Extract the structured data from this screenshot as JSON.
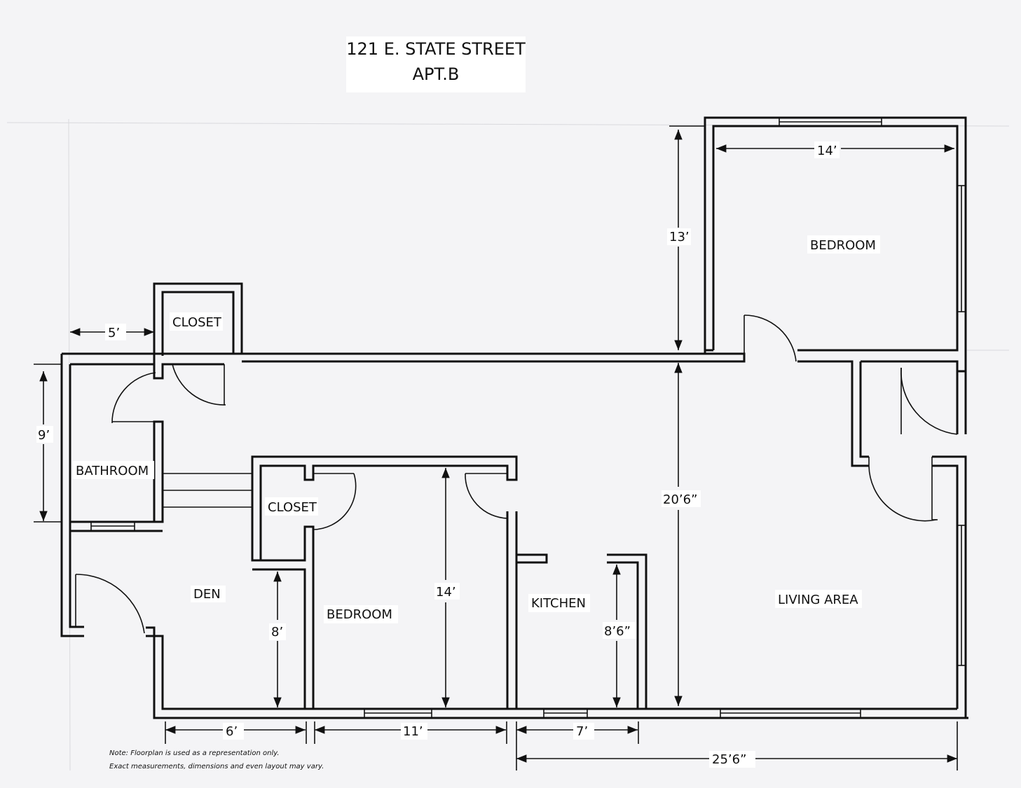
{
  "title": {
    "line1": "121 E. STATE STREET",
    "line2": "APT.B"
  },
  "rooms": {
    "bedroom_top": "BEDROOM",
    "closet_top": "CLOSET",
    "bathroom": "BATHROOM",
    "closet_mid": "CLOSET",
    "den": "DEN",
    "bedroom_mid": "BEDROOM",
    "kitchen": "KITCHEN",
    "living": "LIVING AREA"
  },
  "dimensions": {
    "bedroom_top_width": "14’",
    "bedroom_top_height": "13’",
    "bath_width": "5’",
    "bath_height": "9’",
    "living_height": "20’6”",
    "den_depth": "8’",
    "bedroom_mid_depth": "14’",
    "kitchen_depth": "8’6”",
    "den_width": "6’",
    "bedroom_mid_width": "11’",
    "kitchen_width": "7’",
    "living_width": "25’6”"
  },
  "note": {
    "line1": "Note:  Floorplan is used as a representation only.",
    "line2": "Exact measurements, dimensions and even layout may vary."
  }
}
